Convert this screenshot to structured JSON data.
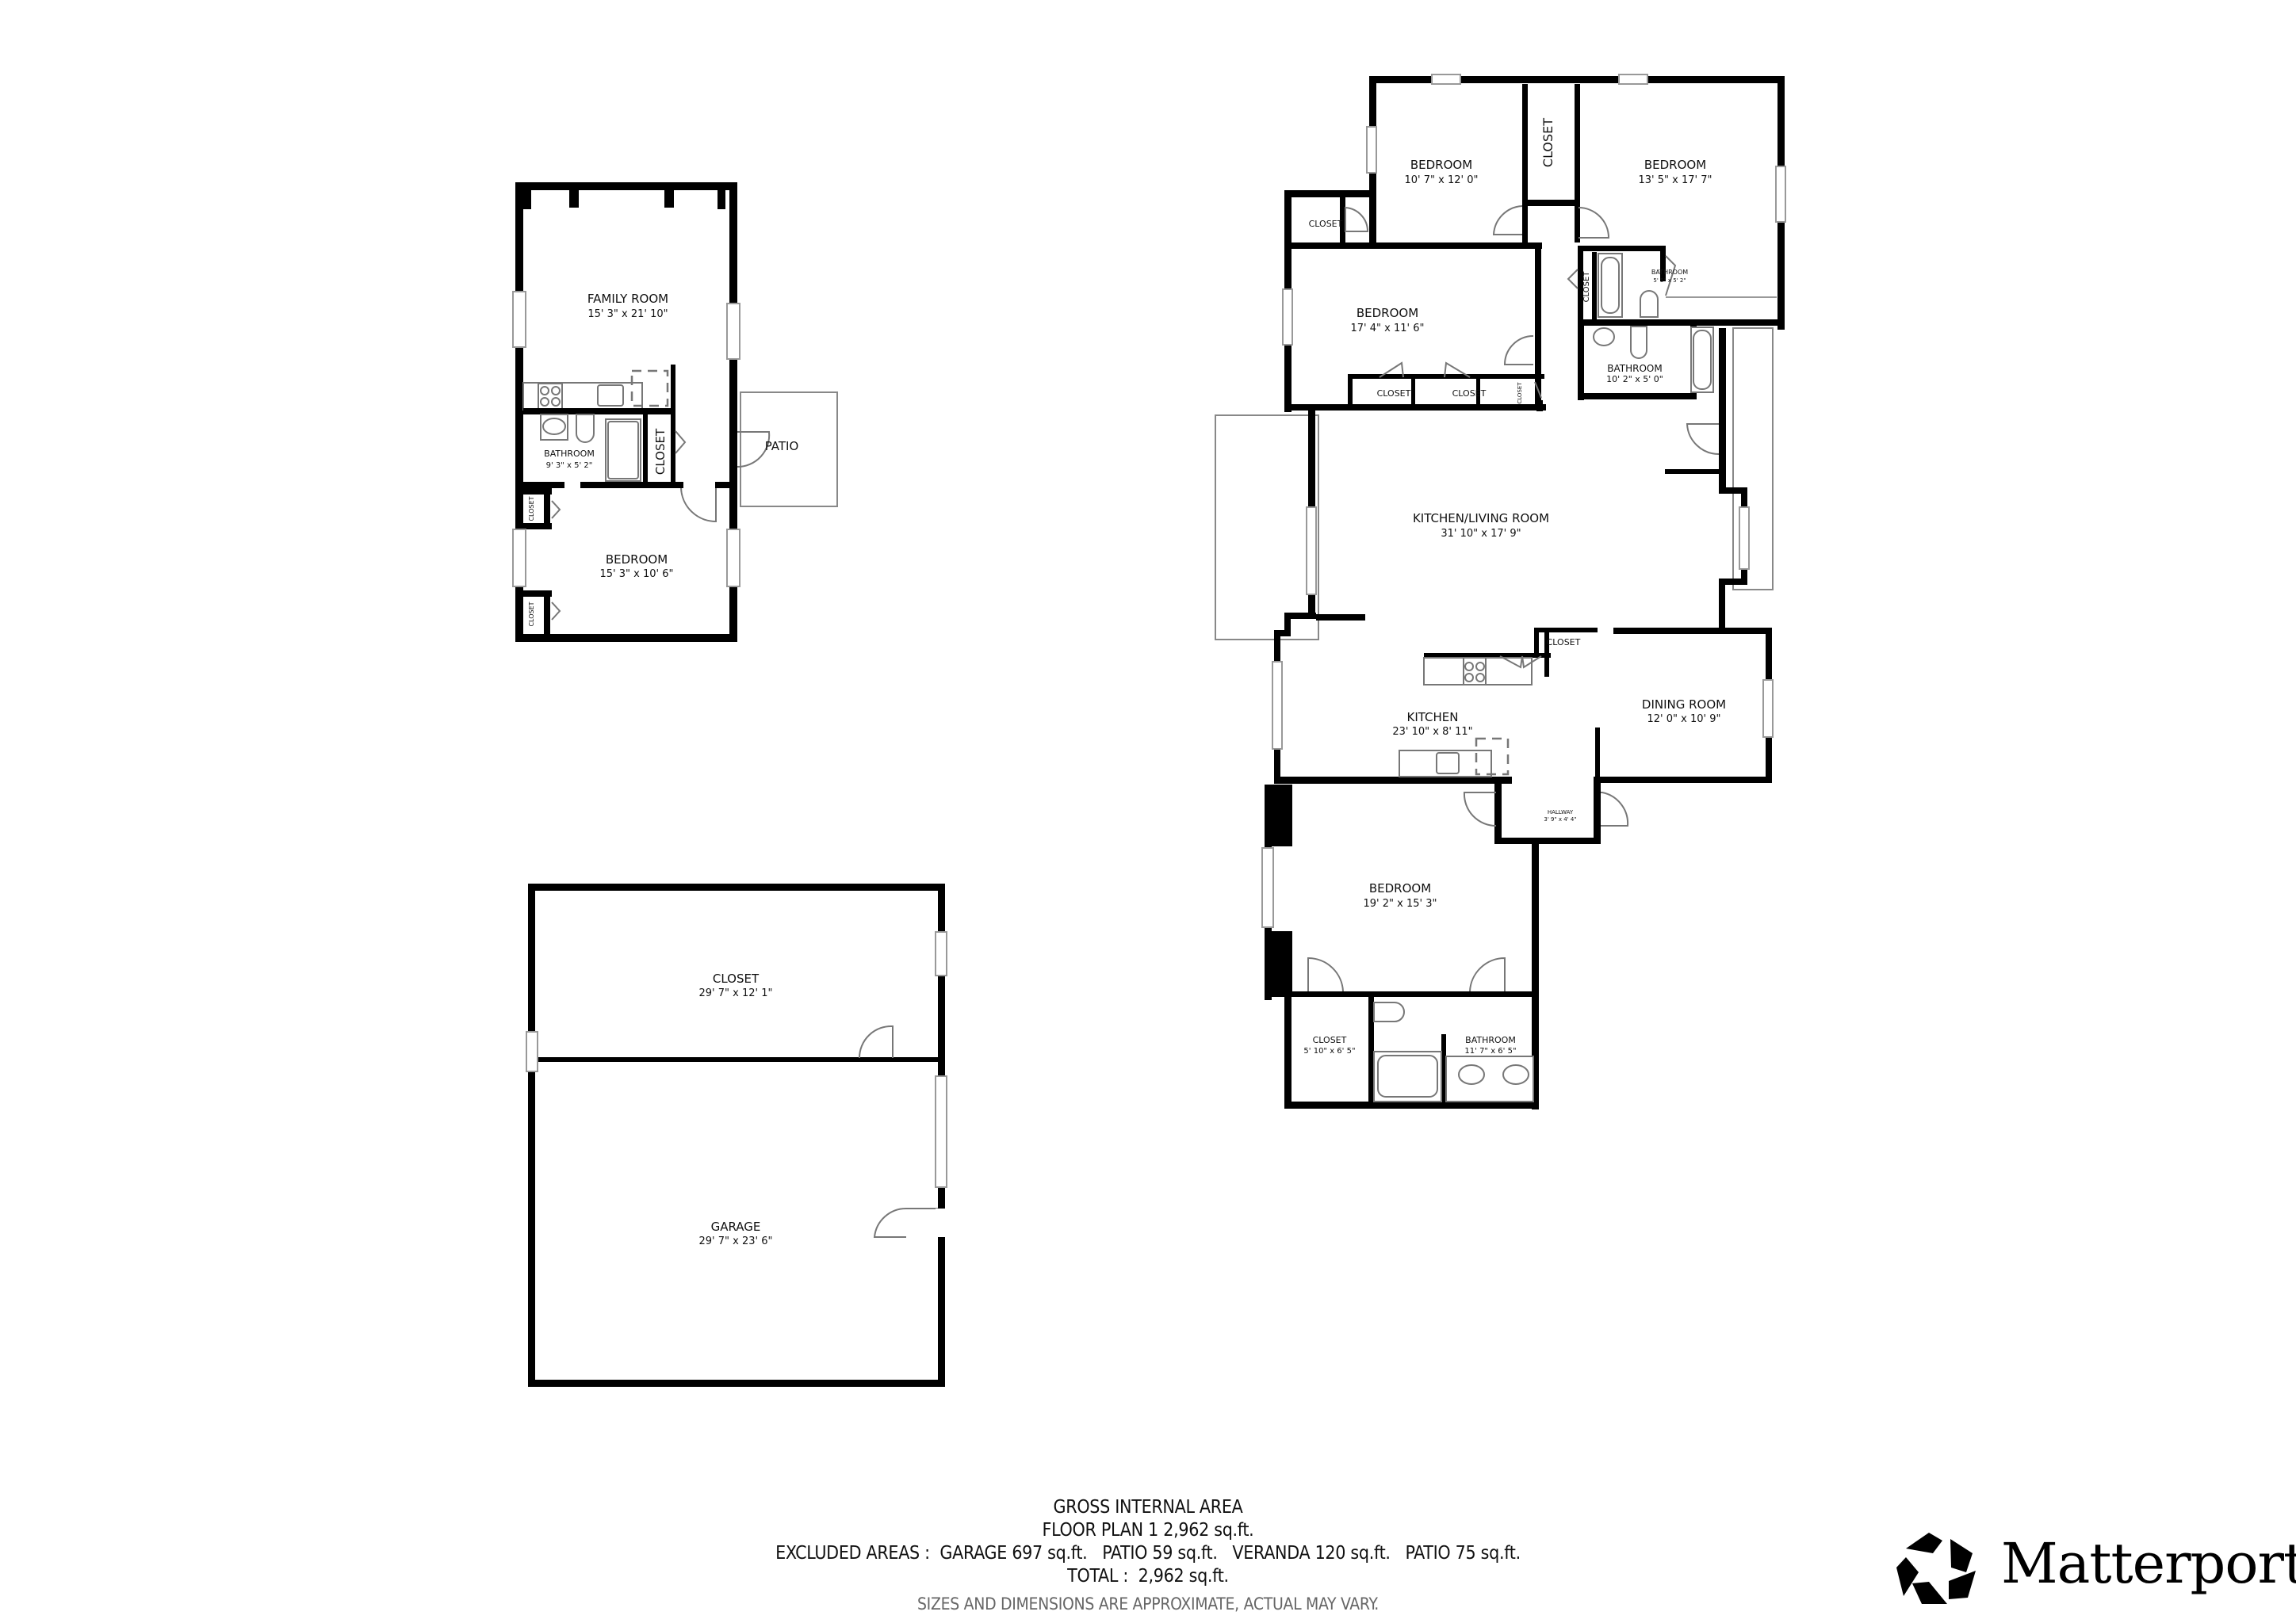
{
  "plans": {
    "left_upper": {
      "rooms": [
        {
          "name": "FAMILY ROOM",
          "dims": "15' 3\" x 21' 10\""
        },
        {
          "name": "BATHROOM",
          "dims": "9' 3\" x 5' 2\""
        },
        {
          "name": "CLOSET",
          "dims": ""
        },
        {
          "name": "PATIO",
          "dims": ""
        },
        {
          "name": "CLOSET",
          "dims": ""
        },
        {
          "name": "BEDROOM",
          "dims": "15' 3\" x 10' 6\""
        },
        {
          "name": "CLOSET",
          "dims": ""
        }
      ]
    },
    "left_lower": {
      "rooms": [
        {
          "name": "CLOSET",
          "dims": "29' 7\" x 12' 1\""
        },
        {
          "name": "GARAGE",
          "dims": "29' 7\" x 23' 6\""
        }
      ]
    },
    "main": {
      "rooms": [
        {
          "name": "BEDROOM",
          "dims": "10' 7\" x 12' 0\""
        },
        {
          "name": "CLOSET",
          "dims": ""
        },
        {
          "name": "BEDROOM",
          "dims": "13' 5\" x 17' 7\""
        },
        {
          "name": "CLOSET",
          "dims": ""
        },
        {
          "name": "BEDROOM",
          "dims": "17' 4\" x 11' 6\""
        },
        {
          "name": "BATHROOM",
          "dims": "5' 5\" x 5' 2\""
        },
        {
          "name": "CLOSET",
          "dims": ""
        },
        {
          "name": "BATHROOM",
          "dims": "10' 2\" x 5' 0\""
        },
        {
          "name": "CLOSET",
          "dims": ""
        },
        {
          "name": "CLOSET",
          "dims": ""
        },
        {
          "name": "CLOSET",
          "dims": ""
        },
        {
          "name": "KITCHEN/LIVING ROOM",
          "dims": "31' 10\" x 17' 9\""
        },
        {
          "name": "CLOSET",
          "dims": ""
        },
        {
          "name": "KITCHEN",
          "dims": "23' 10\" x 8' 11\""
        },
        {
          "name": "DINING ROOM",
          "dims": "12' 0\" x 10' 9\""
        },
        {
          "name": "HALLWAY",
          "dims": "3' 9\" x 4' 4\""
        },
        {
          "name": "BEDROOM",
          "dims": "19' 2\" x 15' 3\""
        },
        {
          "name": "CLOSET",
          "dims": "5' 10\" x 6' 5\""
        },
        {
          "name": "BATHROOM",
          "dims": "11' 7\" x 6' 5\""
        }
      ]
    }
  },
  "footer": {
    "title": "GROSS INTERNAL AREA",
    "floor_plan": "FLOOR PLAN 1 2,962 sq.ft.",
    "excluded": "EXCLUDED AREAS :  GARAGE 697 sq.ft.   PATIO 59 sq.ft.   VERANDA 120 sq.ft.   PATIO 75 sq.ft.",
    "total": "TOTAL :  2,962 sq.ft.",
    "note": "SIZES AND DIMENSIONS ARE APPROXIMATE, ACTUAL MAY VARY."
  },
  "brand": {
    "name": "Matterport",
    "registered": "®",
    "icon": "matterport-logo-icon"
  }
}
